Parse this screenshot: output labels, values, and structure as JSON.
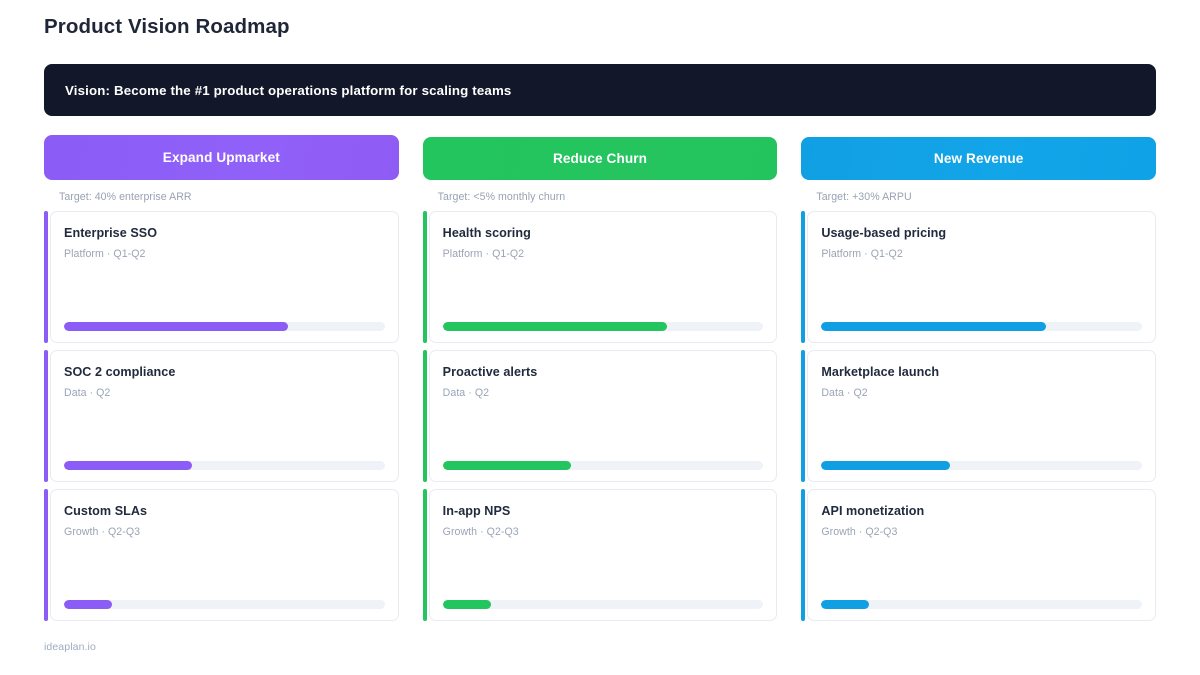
{
  "page": {
    "title": "Product Vision Roadmap",
    "footer": "ideaplan.io"
  },
  "vision": {
    "text": "Vision: Become the #1 product operations platform for scaling teams",
    "background_color": "#121829",
    "text_color": "#ffffff"
  },
  "colors": {
    "purple": "#8b5cf6",
    "green": "#22c55e",
    "blue": "#119fe3",
    "track": "#eff2f6",
    "title": "#1f2638",
    "muted": "#98a2b3"
  },
  "columns": [
    {
      "id": "expand-upmarket",
      "header": "Expand Upmarket",
      "target": "Target: 40% enterprise ARR",
      "color": "#8b5cf6",
      "cards": [
        {
          "title": "Enterprise SSO",
          "meta": "Platform · Q1-Q2",
          "progress": 70
        },
        {
          "title": "SOC 2 compliance",
          "meta": "Data · Q2",
          "progress": 40
        },
        {
          "title": "Custom SLAs",
          "meta": "Growth · Q2-Q3",
          "progress": 15
        }
      ]
    },
    {
      "id": "reduce-churn",
      "header": "Reduce Churn",
      "target": "Target: <5% monthly churn",
      "color": "#22c55e",
      "cards": [
        {
          "title": "Health scoring",
          "meta": "Platform · Q1-Q2",
          "progress": 70
        },
        {
          "title": "Proactive alerts",
          "meta": "Data · Q2",
          "progress": 40
        },
        {
          "title": "In-app NPS",
          "meta": "Growth · Q2-Q3",
          "progress": 15
        }
      ]
    },
    {
      "id": "new-revenue",
      "header": "New Revenue",
      "target": "Target: +30% ARPU",
      "color": "#119fe3",
      "cards": [
        {
          "title": "Usage-based pricing",
          "meta": "Platform · Q1-Q2",
          "progress": 70
        },
        {
          "title": "Marketplace launch",
          "meta": "Data · Q2",
          "progress": 40
        },
        {
          "title": "API monetization",
          "meta": "Growth · Q2-Q3",
          "progress": 15
        }
      ]
    }
  ]
}
